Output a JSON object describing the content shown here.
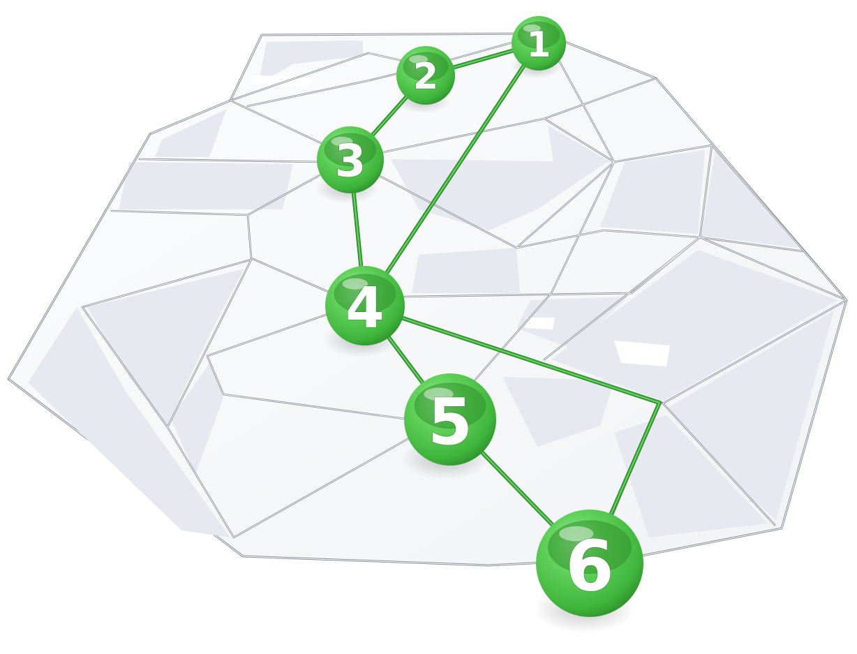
{
  "diagram": {
    "colors": {
      "background": "#ffffff",
      "map_fill": "#f7f8fa",
      "map_shade": "#e6e9ef",
      "map_line": "#8a8f96",
      "route": "#3dab3a",
      "node": "#5fd15a",
      "node_dark": "#2f8f2c",
      "node_label": "#ffffff"
    },
    "nodes": [
      {
        "id": "1",
        "label": "1"
      },
      {
        "id": "2",
        "label": "2"
      },
      {
        "id": "3",
        "label": "3"
      },
      {
        "id": "4",
        "label": "4"
      },
      {
        "id": "5",
        "label": "5"
      },
      {
        "id": "6",
        "label": "6"
      }
    ],
    "edges": [
      {
        "from": "2",
        "to": "1"
      },
      {
        "from": "2",
        "to": "3"
      },
      {
        "from": "1",
        "to": "4"
      },
      {
        "from": "3",
        "to": "4"
      },
      {
        "from": "4",
        "to": "5"
      },
      {
        "from": "4",
        "to": "6"
      },
      {
        "from": "5",
        "to": "6"
      }
    ]
  }
}
